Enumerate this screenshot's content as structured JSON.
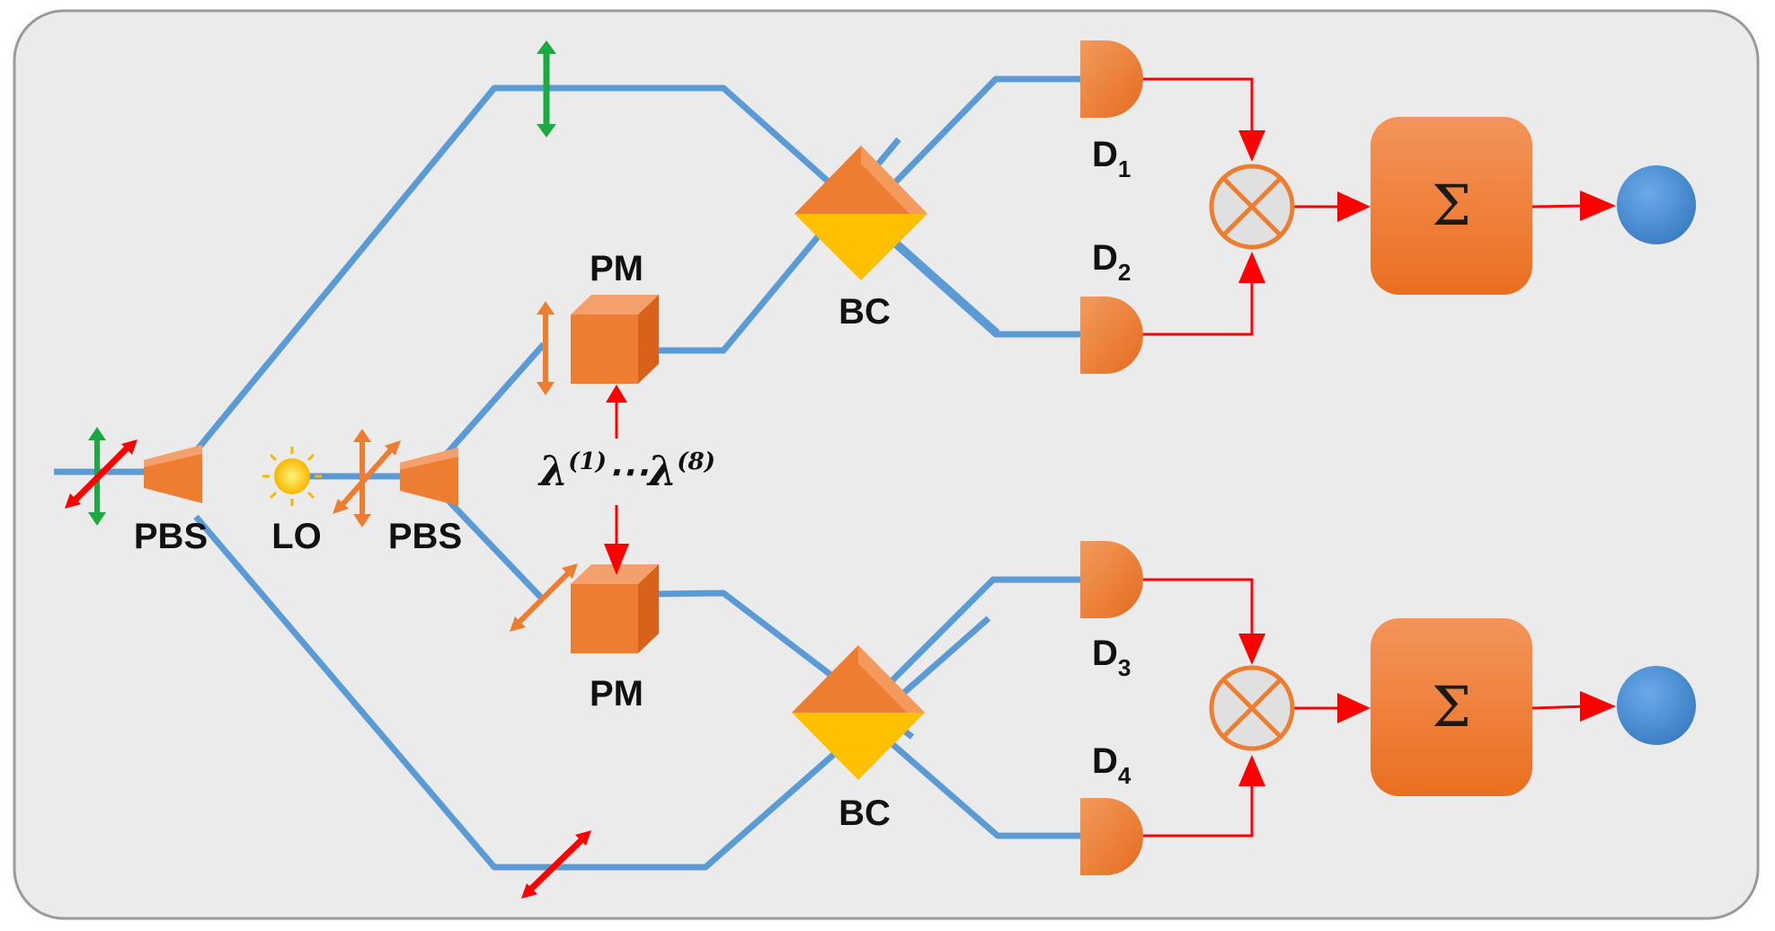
{
  "labels": {
    "pbs_left": "PBS",
    "lo": "LO",
    "pbs_right": "PBS",
    "pm_top": "PM",
    "pm_bottom": "PM",
    "bc_top": "BC",
    "bc_bottom": "BC",
    "d1_main": "D",
    "d1_sub": "1",
    "d2_main": "D",
    "d2_sub": "2",
    "d3_main": "D",
    "d3_sub": "3",
    "d4_main": "D",
    "d4_sub": "4",
    "lambda_start": "λ",
    "lambda_start_sup": "(1)",
    "lambda_dots": "⋯",
    "lambda_end": "λ",
    "lambda_end_sup": "(8)",
    "sum_top": "Σ",
    "sum_bottom": "Σ"
  },
  "colors": {
    "background_panel": "#ebebeb",
    "panel_border": "#9a9a9a",
    "beam": "#5b9bd5",
    "component_orange": "#ed7d31",
    "component_orange_light": "#f4a06c",
    "component_yellow": "#ffc000",
    "signal_red": "#ff0000",
    "polarization_green": "#1aab40",
    "output_circle": "#4a8fd6"
  },
  "icons": {
    "lo_source": "sun-icon",
    "mixer": "circle-cross-icon",
    "detector": "d-shape-detector-icon"
  }
}
